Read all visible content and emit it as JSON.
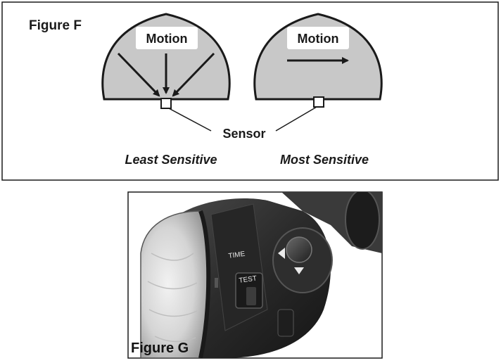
{
  "figure_f": {
    "title": "Figure F",
    "left_diagram": {
      "motion_label": "Motion",
      "caption": "Least Sensitive"
    },
    "right_diagram": {
      "motion_label": "Motion",
      "caption": "Most Sensitive"
    },
    "sensor_label": "Sensor"
  },
  "figure_g": {
    "title": "Figure G",
    "device_labels": {
      "time": "TIME",
      "test": "TEST"
    }
  },
  "colors": {
    "dome_fill": "#c8c8c8",
    "outline": "#1a1a1a",
    "device_body": "#2b2b2b",
    "lens": "#d9d9d9"
  }
}
